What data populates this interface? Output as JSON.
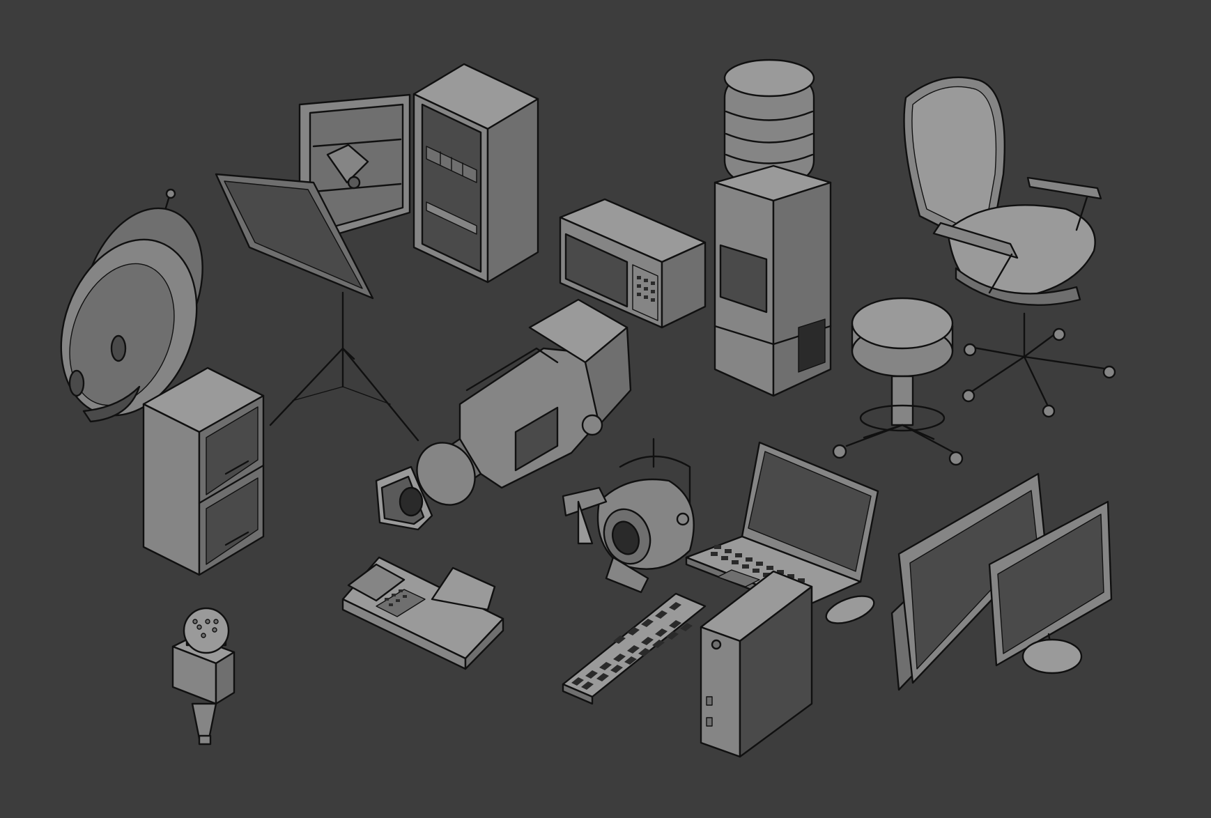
{
  "viewport": {
    "background": "#3d3d3d",
    "shading": "solid",
    "objects": [
      "fridge-open",
      "softbox-light-on-tripod",
      "wall-clock-smiley-sign",
      "microwave",
      "water-cooler",
      "office-chair",
      "bar-stool",
      "filing-cabinet",
      "video-camera",
      "stage-spotlight",
      "laptop",
      "dual-monitors",
      "fax-machine",
      "keyboard",
      "desktop-tower-pc",
      "computer-mouse",
      "handheld-microphone"
    ]
  },
  "colors": {
    "background": "#3d3d3d",
    "surface_light": "#9a9a9a",
    "surface_mid": "#858585",
    "surface_dark": "#6f6f6f",
    "screen": "#5a5a5a",
    "outline": "#101010"
  }
}
